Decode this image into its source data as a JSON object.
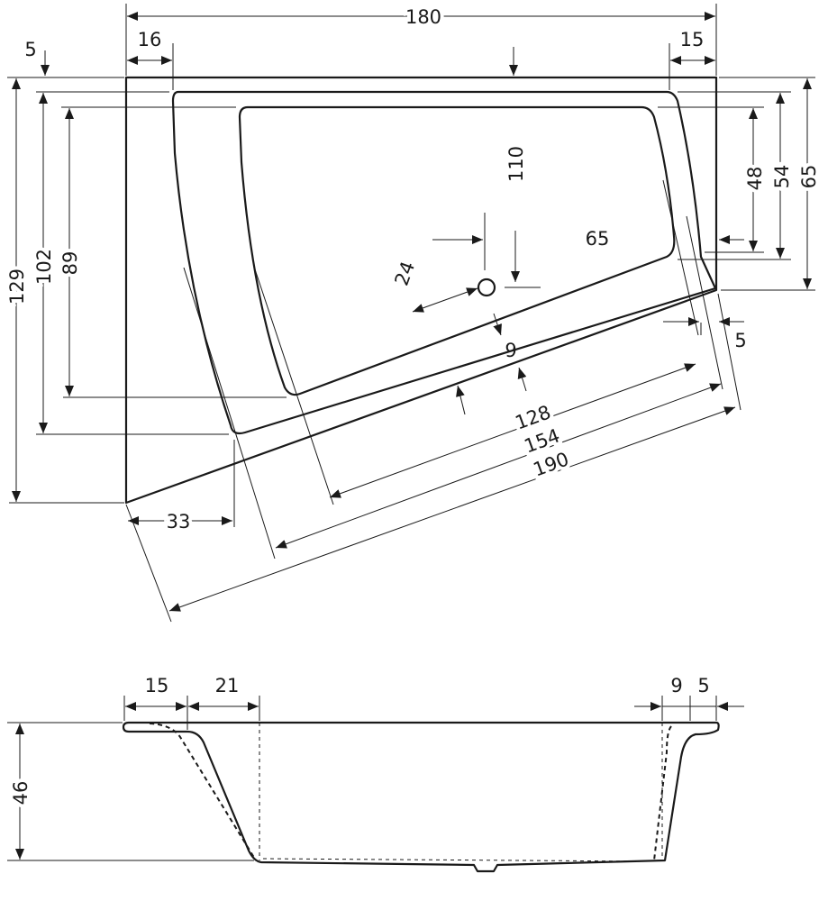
{
  "plan": {
    "dims": {
      "overall_width": "180",
      "left_rim": "16",
      "right_rim": "15",
      "top_rim": "5",
      "overall_left_height": "129",
      "inner_left_height": "102",
      "floor_left_height": "89",
      "floor_right_height": "48",
      "inner_right_height": "54",
      "overall_right_height": "65",
      "depth_center": "110",
      "depth_side": "65",
      "drain_offset": "24",
      "front_rim": "9",
      "right_offset": "5",
      "floor_diagonal": "128",
      "inner_diagonal": "154",
      "overall_diagonal": "190",
      "left_bottom_offset": "33"
    }
  },
  "section": {
    "dims": {
      "left_rim": "15",
      "left_slope": "21",
      "right_slope": "9",
      "right_rim": "5",
      "height": "46"
    }
  }
}
